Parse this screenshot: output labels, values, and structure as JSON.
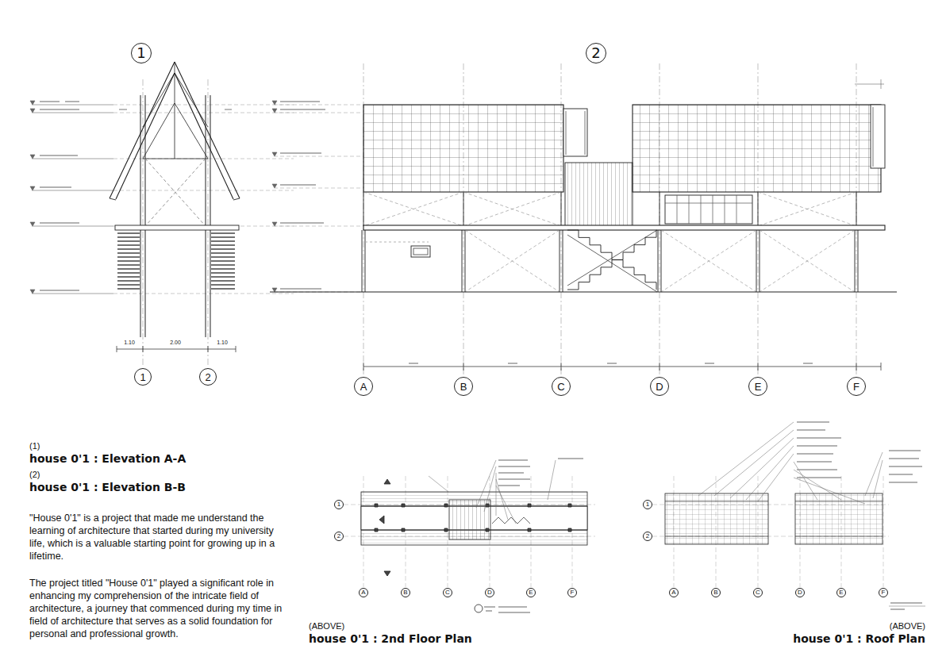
{
  "diagram": {
    "nodes": [
      {
        "text": [
          "1"
        ]
      },
      {
        "text": [
          "2"
        ]
      },
      {
        "text": [
          "1"
        ]
      },
      {
        "text": [
          "2"
        ]
      },
      {
        "text": [
          "A"
        ]
      },
      {
        "text": [
          "B"
        ]
      },
      {
        "text": [
          "C"
        ]
      },
      {
        "text": [
          "D"
        ]
      },
      {
        "text": [
          "E"
        ]
      },
      {
        "text": [
          "F"
        ]
      },
      {
        "text": [
          "1"
        ]
      },
      {
        "text": [
          "2"
        ]
      },
      {
        "text": [
          "A"
        ]
      },
      {
        "text": [
          "B"
        ]
      },
      {
        "text": [
          "C"
        ]
      },
      {
        "text": [
          "D"
        ]
      },
      {
        "text": [
          "E"
        ]
      },
      {
        "text": [
          "F"
        ]
      },
      {
        "text": [
          "1"
        ]
      },
      {
        "text": [
          "2"
        ]
      },
      {
        "text": [
          "A"
        ]
      },
      {
        "text": [
          "B"
        ]
      },
      {
        "text": [
          "C"
        ]
      },
      {
        "text": [
          "D"
        ]
      },
      {
        "text": [
          "E"
        ]
      },
      {
        "text": [
          "F"
        ]
      }
    ],
    "labels": [
      "(1)",
      "house 0'1 : Elevation A-A",
      "(2)",
      "house 0'1 : Elevation B-B",
      "\"House 0'1\" is a project that made me understand the learning of architecture that started during my university life, which is a valuable starting point for growing up in a lifetime.",
      "The project titled \"House 0'1\" played a significant role in enhancing my comprehension of the intricate field of architecture, a journey that commenced during my time in field of architecture that serves as a solid foundation for personal and professional growth.",
      "(ABOVE)",
      "house 0'1 : 2nd Floor Plan",
      "(ABOVE)",
      "house 0'1 : Roof Plan",
      "1.10",
      "2.00",
      "1.10"
    ]
  }
}
